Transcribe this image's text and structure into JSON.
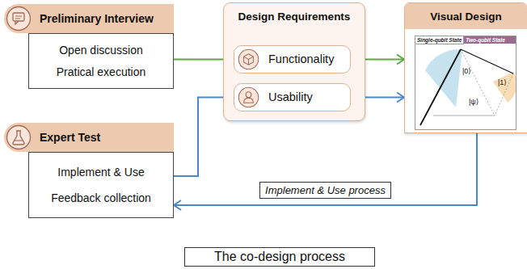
{
  "diagram": {
    "caption": "The co-design process",
    "nodes": [
      {
        "text": [
          "Preliminary Interview",
          "Open discussion",
          "Pratical execution"
        ]
      },
      {
        "text": [
          "Design Requirements"
        ]
      },
      {
        "text": [
          "Functionality"
        ],
        "in": 1
      },
      {
        "text": [
          "Usability"
        ],
        "in": 1
      },
      {
        "text": [
          "Visual Design"
        ]
      },
      {
        "text": [
          "Expert Test",
          "Implement & Use",
          "Feedback collection"
        ]
      }
    ],
    "edges": [
      {
        "from": 0,
        "to": 2,
        "arrow": "to"
      },
      {
        "from": 2,
        "to": 4,
        "arrow": "to"
      },
      {
        "from": 5,
        "to": 3,
        "arrow": "to"
      },
      {
        "from": 3,
        "to": 4,
        "arrow": "to"
      },
      {
        "from": 4,
        "to": 5,
        "label": "Implement & Use process",
        "arrow": "to"
      }
    ],
    "labels": [
      "Single-qubit State",
      "Two-qubit State",
      "|0⟩",
      "|1⟩",
      "|ψ⟩"
    ]
  }
}
